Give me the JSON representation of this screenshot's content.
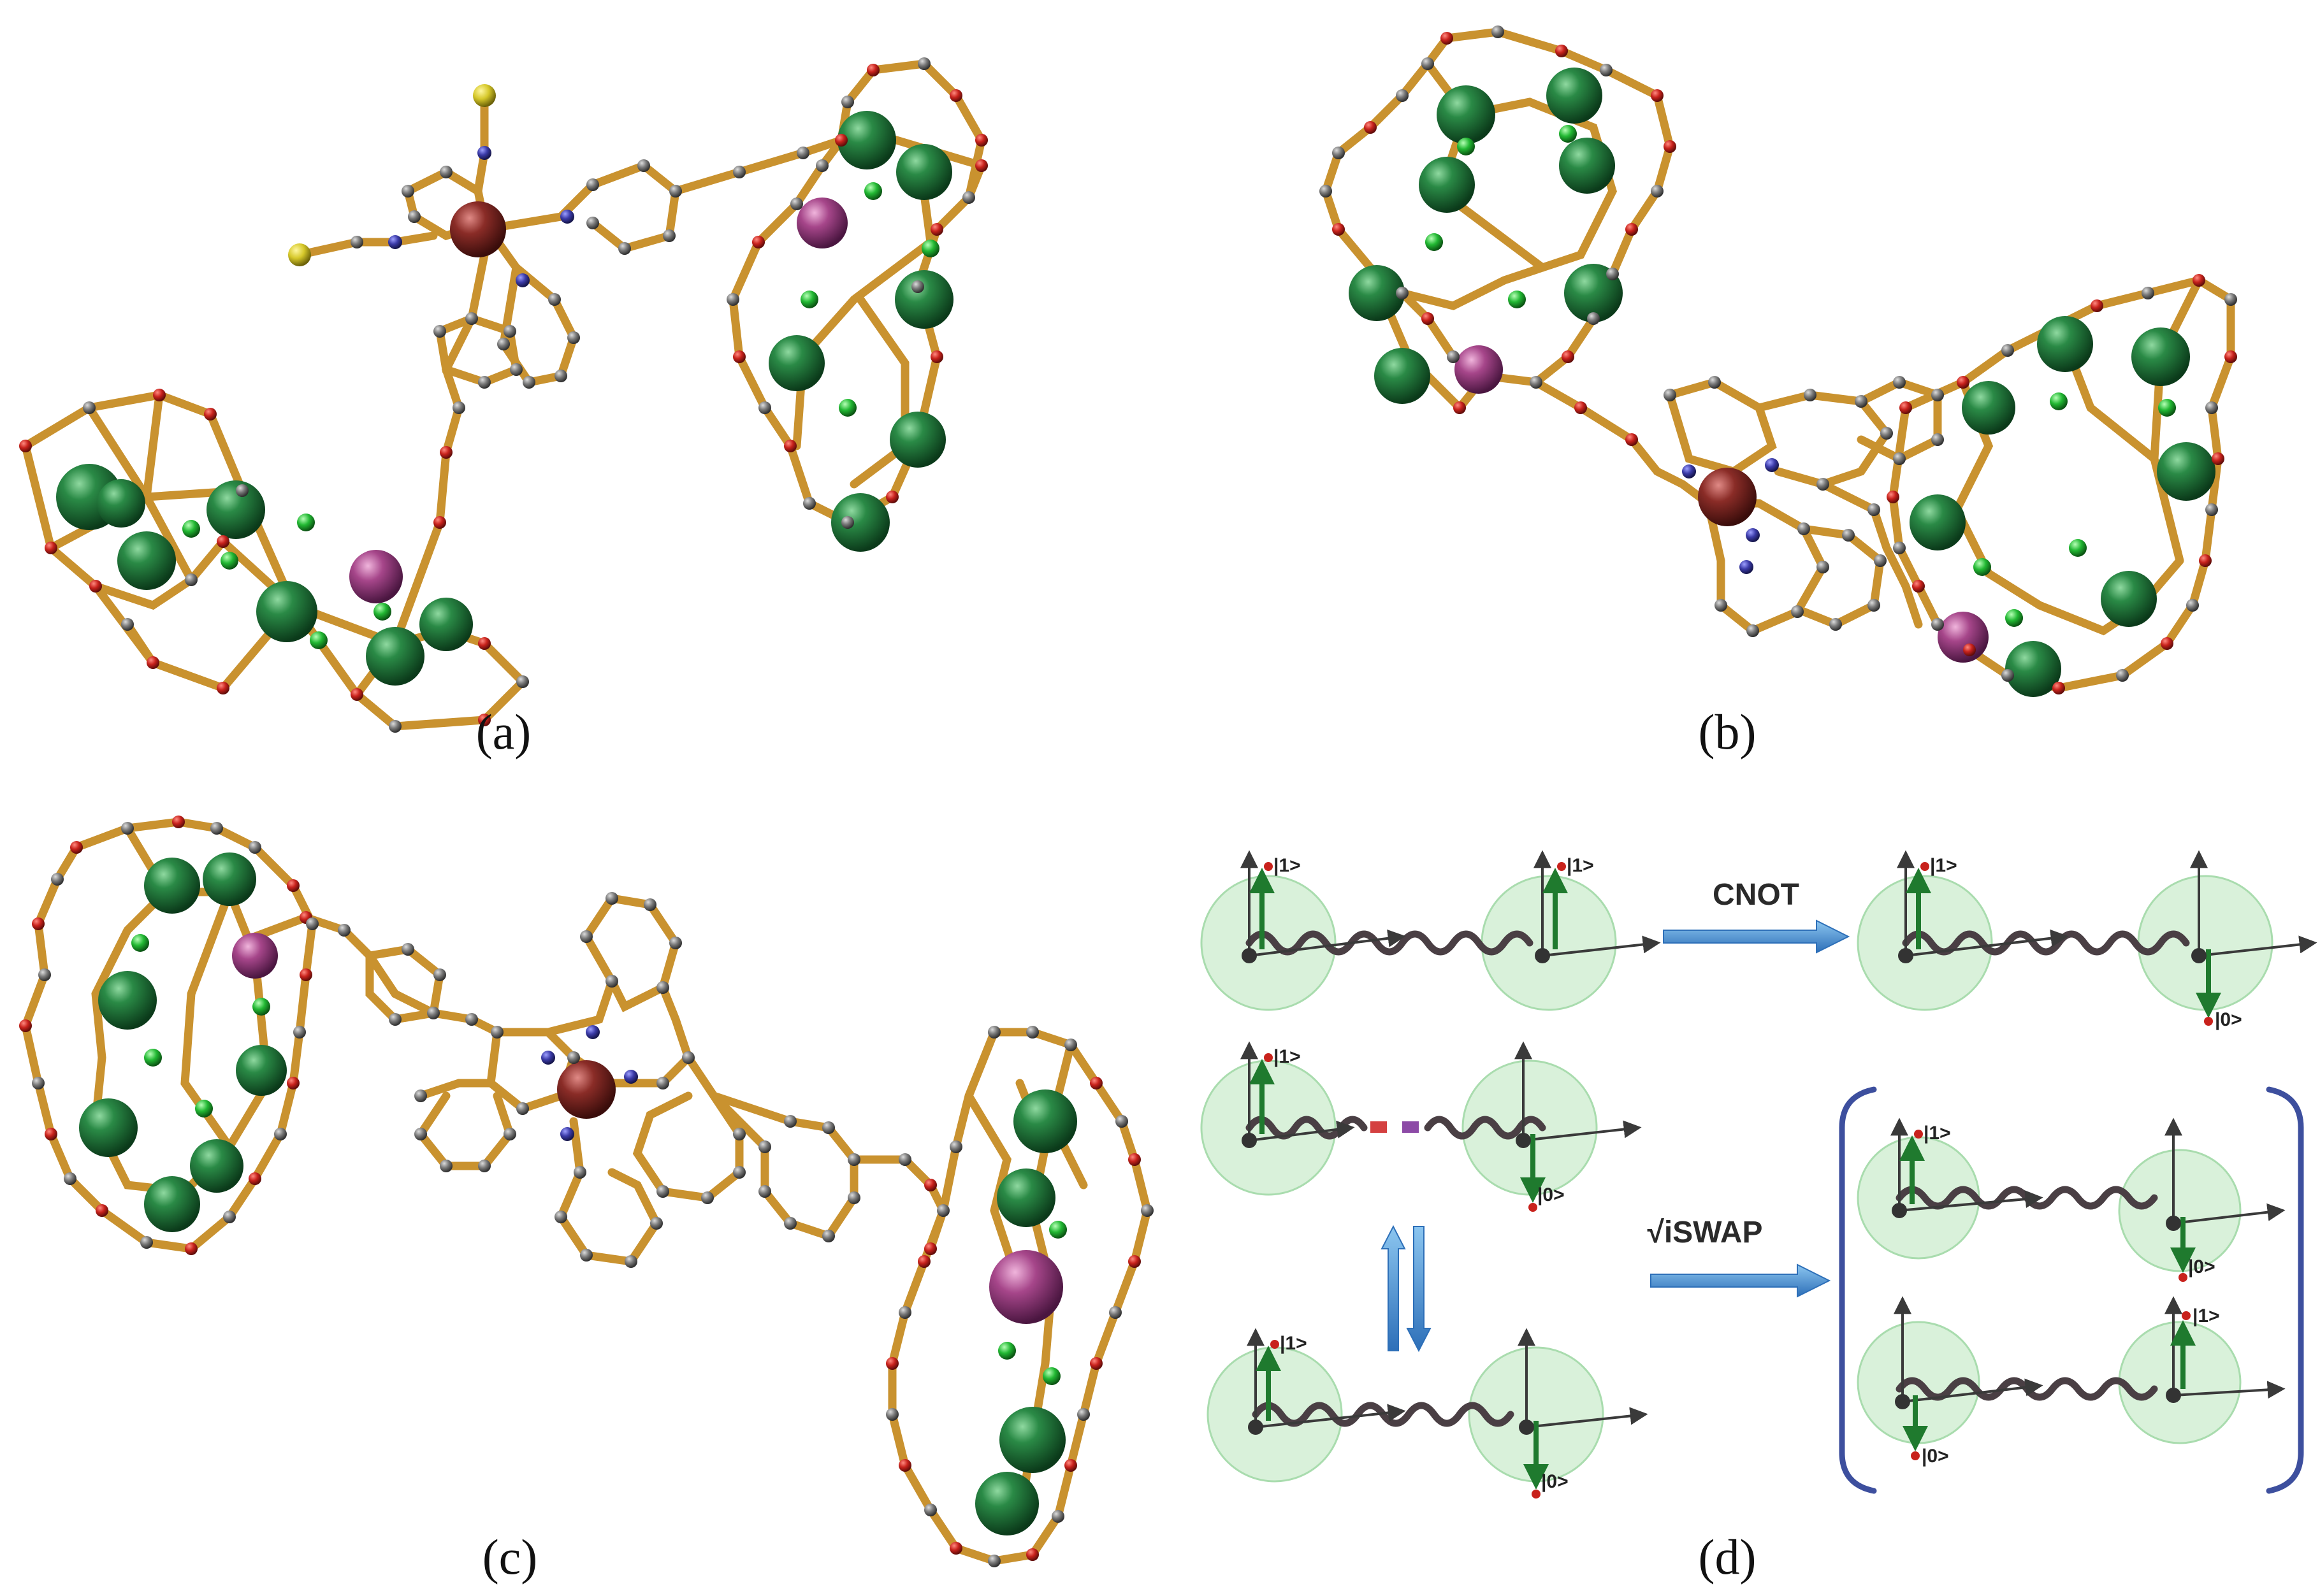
{
  "panels": {
    "a": {
      "label": "(a)"
    },
    "b": {
      "label": "(b)"
    },
    "c": {
      "label": "(c)"
    },
    "d": {
      "label": "(d)"
    }
  },
  "gates": {
    "cnot": "CNOT",
    "viswap": "√iSWAP"
  },
  "kets": {
    "one": "|1>",
    "zero": "|0>"
  },
  "colors": {
    "bond": "#c9922f",
    "ln_green": "#1d6b36",
    "metal_red": "#7a2320",
    "metal_purple": "#9b3c7e",
    "oxygen": "#c8221c",
    "carbon": "#6f6f6f",
    "nitrogen": "#3b3ba8",
    "sulfur": "#d6c82a",
    "arrow_blue": "#3f7fc4",
    "bracket": "#3d4f9e"
  }
}
